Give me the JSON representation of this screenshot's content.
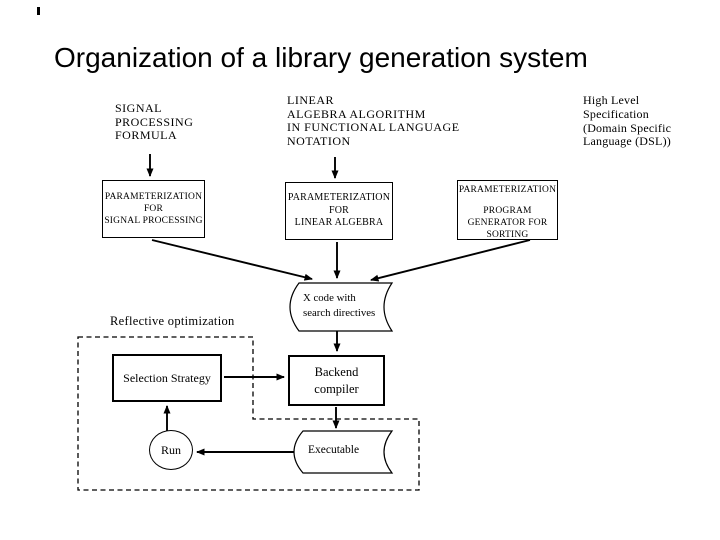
{
  "title": "Organization of a library generation system",
  "colors": {
    "ink": "#000000",
    "background": "#ffffff"
  },
  "labels": {
    "signal_formula": "SIGNAL\nPROCESSING\nFORMULA",
    "linear_algebra_notation": "LINEAR\nALGEBRA ALGORITHM\nIN FUNCTIONAL LANGUAGE\nNOTATION",
    "high_level_spec": "High Level\nSpecification\n(Domain Specific\nLanguage (DSL))",
    "reflective_optimization": "Reflective optimization"
  },
  "boxes": {
    "param_signal": "PARAMETERIZATION\nFOR\nSIGNAL PROCESSING",
    "param_linear": "PARAMETERIZATION\nFOR\nLINEAR ALGEBRA",
    "param_sorting_header": "PARAMETERIZATION",
    "param_sorting_body": "PROGRAM\nGENERATOR FOR\nSORTING",
    "selection_strategy": "Selection Strategy",
    "backend_compiler": "Backend\ncompiler"
  },
  "data_stores": {
    "x_code": "X code with\nsearch directives",
    "executable": "Executable"
  },
  "nodes": {
    "run": "Run"
  }
}
